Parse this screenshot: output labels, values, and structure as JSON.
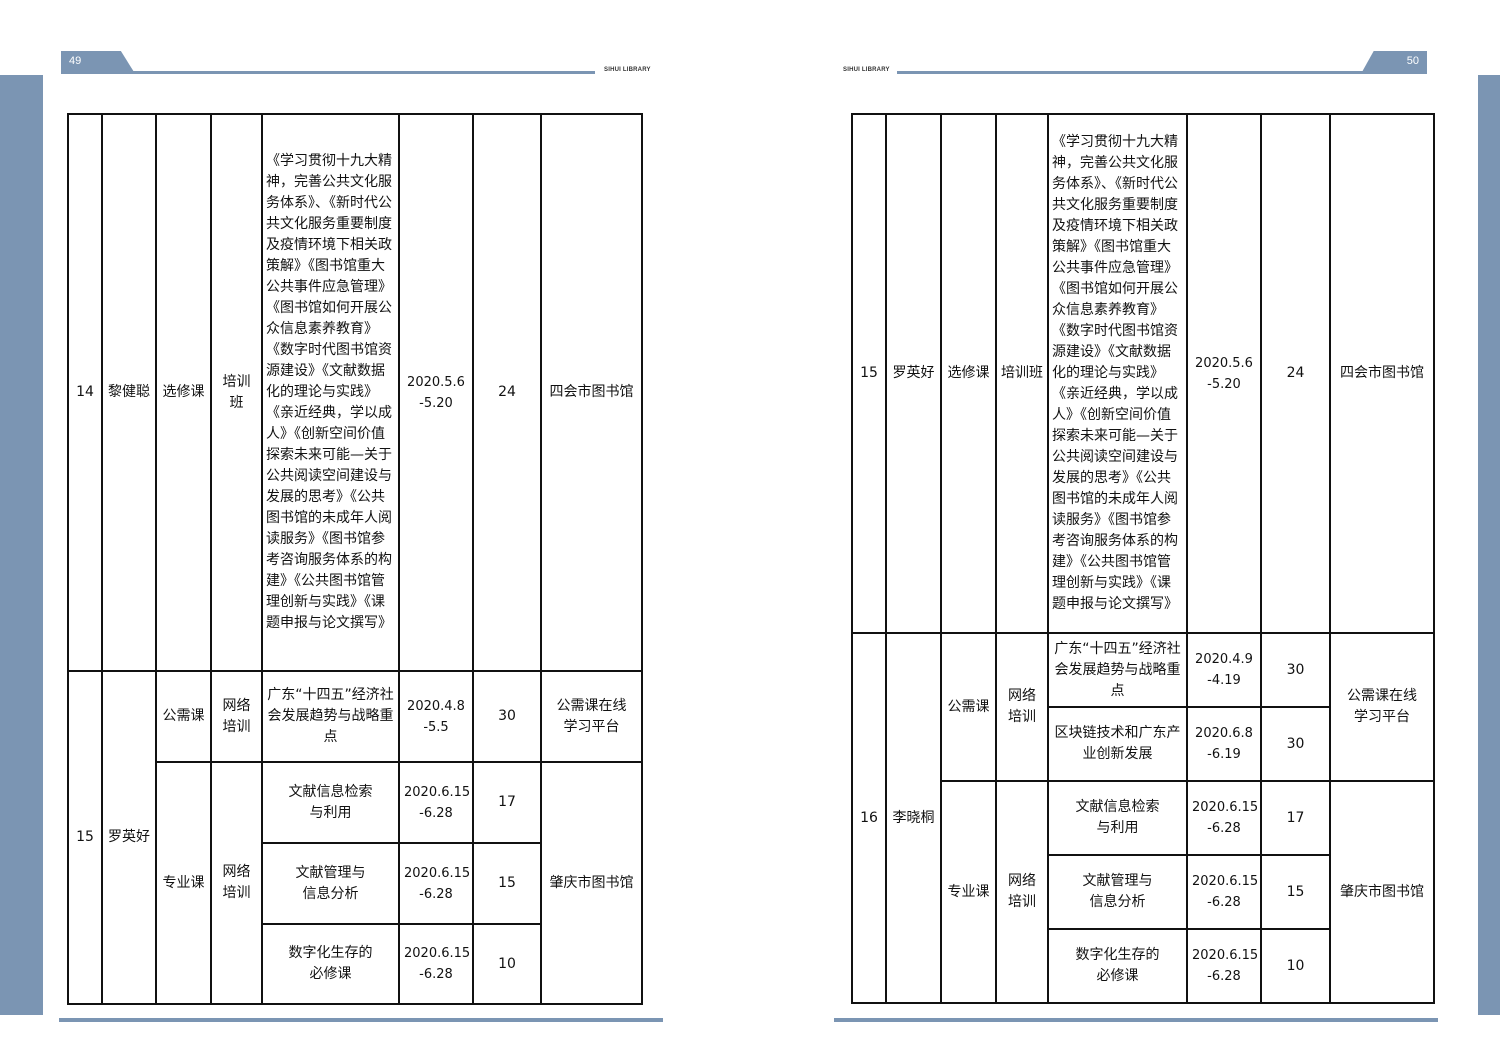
{
  "left_page": {
    "page_number": "49",
    "brand": "SIHUI LIBRARY",
    "entries": [
      {
        "no": "14",
        "name": "黎健聪",
        "type": "选修课",
        "mode": "培训班",
        "content": "《学习贯彻十九大精神，完善公共文化服务体系》、《新时代公共文化服务重要制度及疫情环境下相关政策解》《图书馆重大公共事件应急管理》《图书馆如何开展公众信息素养教育》《数字时代图书馆资源建设》《文献数据化的理论与实践》《亲近经典，学以成人》《创新空间价值探索未来可能—关于公共阅读空间建设与发展的思考》《公共图书馆的未成年人阅读服务》《图书馆参考咨询服务体系的构建》《公共图书馆管理创新与实践》《课题申报与论文撰写》",
        "date": "2020.5.6\n-5.20",
        "hours": "24",
        "org": "四会市图书馆"
      },
      {
        "no": "15",
        "name": "罗英好",
        "groups": [
          {
            "type": "公需课",
            "mode": "网络\n培训",
            "org": "公需课在线\n学习平台",
            "courses": [
              {
                "content": "广东“十四五”经济社会发展趋势与战略重点",
                "date": "2020.4.8\n-5.5",
                "hours": "30"
              }
            ]
          },
          {
            "type": "专业课",
            "mode": "网络\n培训",
            "org": "肇庆市图书馆",
            "courses": [
              {
                "content": "文献信息检索\n与利用",
                "date": "2020.6.15\n-6.28",
                "hours": "17"
              },
              {
                "content": "文献管理与\n信息分析",
                "date": "2020.6.15\n-6.28",
                "hours": "15"
              },
              {
                "content": "数字化生存的\n必修课",
                "date": "2020.6.15\n-6.28",
                "hours": "10"
              }
            ]
          }
        ]
      }
    ]
  },
  "right_page": {
    "page_number": "50",
    "brand": "SIHUI LIBRARY",
    "entries": [
      {
        "no": "15",
        "name": "罗英好",
        "type": "选修课",
        "mode": "培训班",
        "content": "《学习贯彻十九大精神，完善公共文化服务体系》、《新时代公共文化服务重要制度及疫情环境下相关政策解》《图书馆重大公共事件应急管理》《图书馆如何开展公众信息素养教育》《数字时代图书馆资源建设》《文献数据化的理论与实践》《亲近经典，学以成人》《创新空间价值探索未来可能—关于公共阅读空间建设与发展的思考》《公共图书馆的未成年人阅读服务》《图书馆参考咨询服务体系的构建》《公共图书馆管理创新与实践》《课题申报与论文撰写》",
        "date": "2020.5.6\n-5.20",
        "hours": "24",
        "org": "四会市图书馆"
      },
      {
        "no": "16",
        "name": "李晓桐",
        "groups": [
          {
            "type": "公需课",
            "mode": "网络\n培训",
            "org": "公需课在线\n学习平台",
            "courses": [
              {
                "content": "广东“十四五”经济社会发展趋势与战略重点",
                "date": "2020.4.9\n-4.19",
                "hours": "30"
              },
              {
                "content": "区块链技术和广东产业创新发展",
                "date": "2020.6.8\n-6.19",
                "hours": "30"
              }
            ]
          },
          {
            "type": "专业课",
            "mode": "网络\n培训",
            "org": "肇庆市图书馆",
            "courses": [
              {
                "content": "文献信息检索\n与利用",
                "date": "2020.6.15\n-6.28",
                "hours": "17"
              },
              {
                "content": "文献管理与\n信息分析",
                "date": "2020.6.15\n-6.28",
                "hours": "15"
              },
              {
                "content": "数字化生存的\n必修课",
                "date": "2020.6.15\n-6.28",
                "hours": "10"
              }
            ]
          }
        ]
      }
    ]
  },
  "colors": {
    "accent": "#7b95b3",
    "rule": "#111111"
  }
}
